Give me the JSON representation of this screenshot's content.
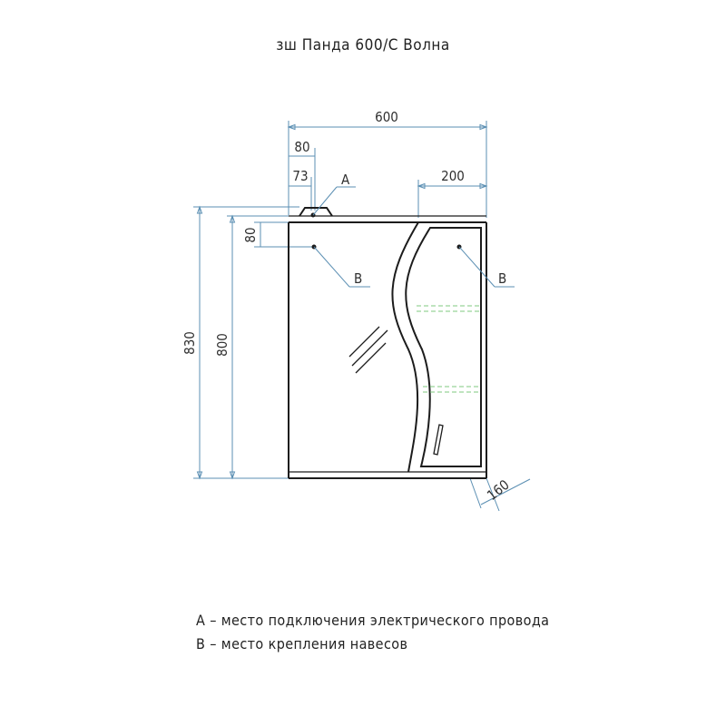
{
  "title": "зш Панда 600/С Волна",
  "dimensions": {
    "width": "600",
    "left_offset_80": "80",
    "left_offset_73": "73",
    "right_width": "200",
    "top_offset": "80",
    "height_total": "830",
    "height_body": "800",
    "depth": "160"
  },
  "markers": {
    "a": "A",
    "b_left": "B",
    "b_right": "B"
  },
  "legend": {
    "a": "A – место подключения электрического провода",
    "b": "B – место крепления навесов"
  },
  "colors": {
    "dimension_line": "#5b8fb3",
    "outline": "#1c1c1c",
    "shelf": "#7fc97f"
  }
}
